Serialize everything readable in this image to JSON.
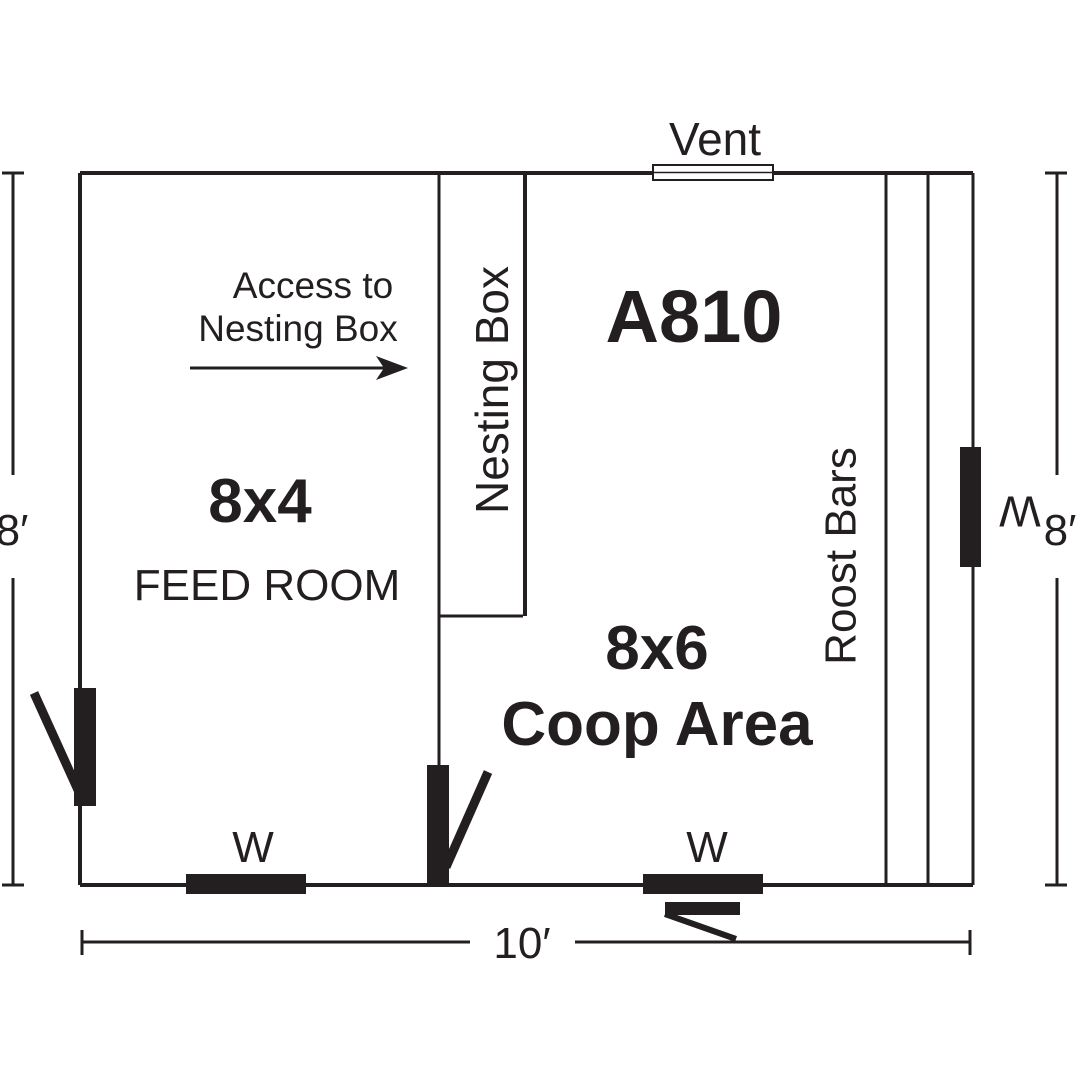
{
  "model": "A810",
  "dimensions": {
    "left": "8′",
    "right": "8′",
    "bottom": "10′"
  },
  "feed_room": {
    "size": "8x4",
    "label": "FEED ROOM"
  },
  "coop_area": {
    "size": "8x6",
    "label": "Coop Area"
  },
  "nesting_box": {
    "label": "Nesting Box"
  },
  "access_note": {
    "line1": "Access to",
    "line2": "Nesting Box"
  },
  "roost_bars": {
    "label": "Roost Bars"
  },
  "vent": {
    "label": "Vent"
  },
  "windows": {
    "feed_room_bottom": "W",
    "coop_bottom": "W",
    "right_wall": "W"
  },
  "colors": {
    "ink": "#231f20",
    "background": "#ffffff"
  }
}
